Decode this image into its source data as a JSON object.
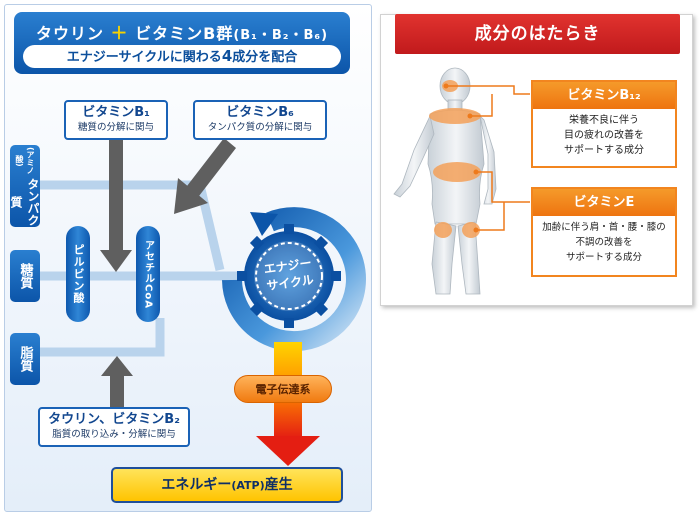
{
  "left": {
    "title_main": "タウリン",
    "title_plus": "＋",
    "title_vit": "ビタミンB群",
    "title_sub": "(B₁・B₂・B₆)",
    "subtitle_pre": "エナジーサイクルに関わる",
    "subtitle_num": "4",
    "subtitle_post": "成分を配合",
    "box_b1_title": "ビタミンB₁",
    "box_b1_sub": "糖質の分解に関与",
    "box_b6_title": "ビタミンB₆",
    "box_b6_sub": "タンパク質の分解に関与",
    "label_protein_small": "(アミノ酸)",
    "label_protein": "タンパク質",
    "label_sugar": "糖質",
    "label_fat": "脂質",
    "pyruvate": "ピルビン酸",
    "acetyl": "アセチルCoA",
    "cycle_line1": "エナジー",
    "cycle_line2": "サイクル",
    "electron": "電子伝達系",
    "box_b2_title": "タウリン、ビタミンB₂",
    "box_b2_sub": "脂質の取り込み・分解に関与",
    "energy_pre": "エネルギー",
    "energy_atp": "(ATP)",
    "energy_post": "産生",
    "colors": {
      "blue": "#0c55a9",
      "orange": "#f07a10",
      "yellow": "#ffc400",
      "red": "#e1332f"
    }
  },
  "right": {
    "title": "成分のはたらき",
    "card1_title": "ビタミンB₁₂",
    "card1_body_1": "栄養不良に伴う",
    "card1_body_2": "目の疲れの改善を",
    "card1_body_3": "サポートする成分",
    "card2_title": "ビタミンE",
    "card2_body_1": "加齢に伴う肩・首・腰・膝の",
    "card2_body_2": "不調の改善を",
    "card2_body_3": "サポートする成分"
  }
}
